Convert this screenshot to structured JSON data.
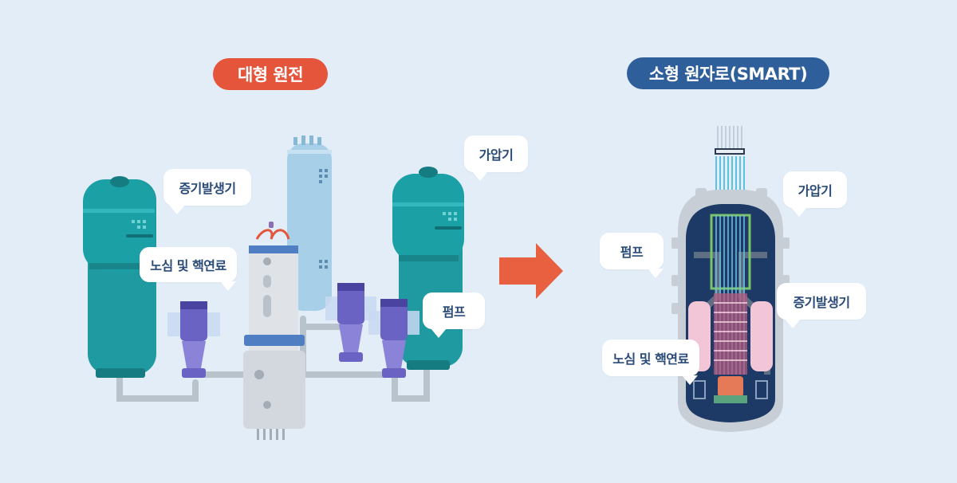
{
  "headings": {
    "large_plant": "대형 원전",
    "small_reactor": "소형 원자로(SMART)"
  },
  "large_plant_labels": {
    "steam_generator": "증기발생기",
    "pressurizer": "가압기",
    "core_and_fuel": "노심 및 핵연료",
    "pump": "펌프"
  },
  "small_reactor_labels": {
    "pressurizer": "가압기",
    "pump": "펌프",
    "steam_generator": "증기발생기",
    "core_and_fuel": "노심 및 핵연료"
  },
  "colors": {
    "background": "#e3edf8",
    "large_heading": "#e4553c",
    "small_heading": "#2f5f9a",
    "arrow": "#e8603f",
    "teal_vessel": "#1f9aa0",
    "light_blue_vessel": "#a7cfe8",
    "reactor_vessel": "#d9dee3",
    "pump_purple": "#6b63c4",
    "bubble_text": "#2a4a78"
  },
  "icons": {
    "arrow": "right-arrow-icon"
  }
}
